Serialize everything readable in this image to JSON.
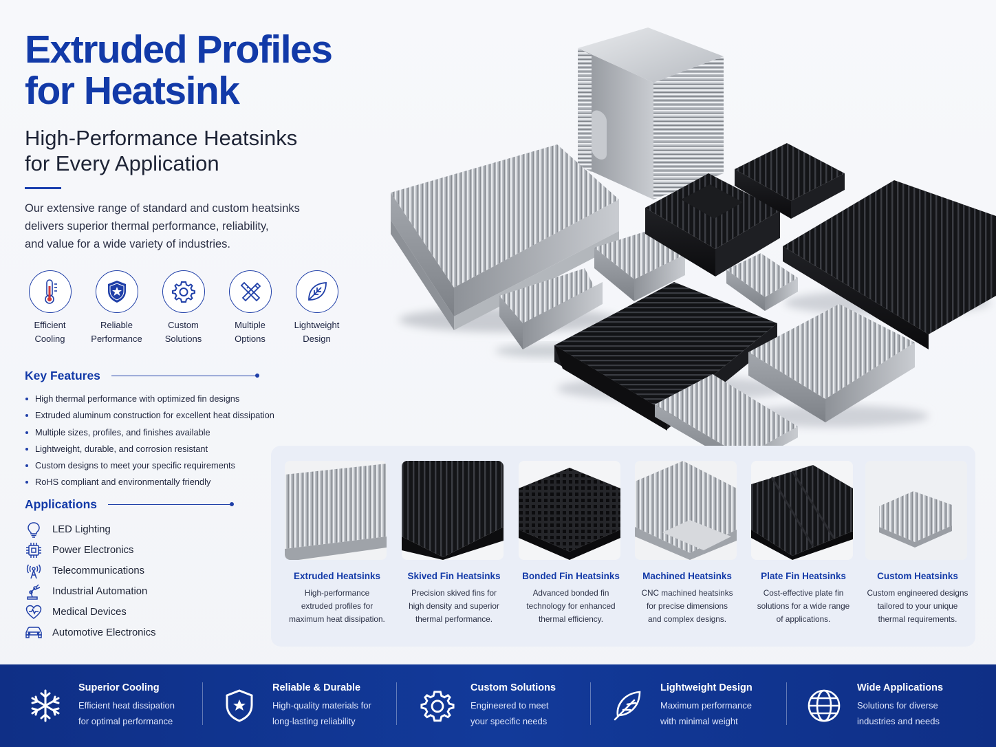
{
  "header": {
    "title_line1": "Extruded Profiles",
    "title_line2": "for Heatsink",
    "subtitle_line1": "High-Performance Heatsinks",
    "subtitle_line2": "for Every Application",
    "intro_line1": "Our extensive range of standard and custom heatsinks",
    "intro_line2": "delivers superior thermal performance, reliability,",
    "intro_line3": "and value for a wide variety of industries."
  },
  "badges": [
    {
      "icon": "thermometer-icon",
      "line1": "Efficient",
      "line2": "Cooling"
    },
    {
      "icon": "shield-star-icon",
      "line1": "Reliable",
      "line2": "Performance"
    },
    {
      "icon": "gear-icon",
      "line1": "Custom",
      "line2": "Solutions"
    },
    {
      "icon": "tools-icon",
      "line1": "Multiple",
      "line2": "Options"
    },
    {
      "icon": "leaf-icon",
      "line1": "Lightweight",
      "line2": "Design"
    }
  ],
  "key_features": {
    "heading": "Key Features",
    "items": [
      "High thermal performance with optimized fin designs",
      "Extruded aluminum construction for excellent heat dissipation",
      "Multiple sizes, profiles, and finishes available",
      "Lightweight, durable, and corrosion resistant",
      "Custom designs to meet your specific requirements",
      "RoHS compliant and environmentally friendly"
    ]
  },
  "applications": {
    "heading": "Applications",
    "items": [
      {
        "icon": "lightbulb-icon",
        "label": "LED Lighting"
      },
      {
        "icon": "chip-icon",
        "label": "Power Electronics"
      },
      {
        "icon": "antenna-icon",
        "label": "Telecommunications"
      },
      {
        "icon": "robot-arm-icon",
        "label": "Industrial Automation"
      },
      {
        "icon": "heart-pulse-icon",
        "label": "Medical Devices"
      },
      {
        "icon": "car-icon",
        "label": "Automotive Electronics"
      }
    ]
  },
  "products": [
    {
      "name": "Extruded Heatsinks",
      "desc1": "High-performance",
      "desc2": "extruded profiles for",
      "desc3": "maximum heat dissipation."
    },
    {
      "name": "Skived Fin Heatsinks",
      "desc1": "Precision skived fins for",
      "desc2": "high density and superior",
      "desc3": "thermal performance."
    },
    {
      "name": "Bonded Fin Heatsinks",
      "desc1": "Advanced bonded fin",
      "desc2": "technology for enhanced",
      "desc3": "thermal efficiency."
    },
    {
      "name": "Machined Heatsinks",
      "desc1": "CNC machined heatsinks",
      "desc2": "for precise dimensions",
      "desc3": "and complex designs."
    },
    {
      "name": "Plate Fin Heatsinks",
      "desc1": "Cost-effective plate fin",
      "desc2": "solutions for a wide range",
      "desc3": "of applications."
    },
    {
      "name": "Custom Heatsinks",
      "desc1": "Custom engineered designs",
      "desc2": "tailored to your unique",
      "desc3": "thermal requirements."
    }
  ],
  "footer": [
    {
      "icon": "snowflake-icon",
      "title": "Superior Cooling",
      "line1": "Efficient heat dissipation",
      "line2": "for optimal performance"
    },
    {
      "icon": "shield-star-icon",
      "title": "Reliable & Durable",
      "line1": "High-quality materials for",
      "line2": "long-lasting reliability"
    },
    {
      "icon": "gear-icon",
      "title": "Custom Solutions",
      "line1": "Engineered to meet",
      "line2": "your specific needs"
    },
    {
      "icon": "feather-icon",
      "title": "Lightweight Design",
      "line1": "Maximum performance",
      "line2": "with minimal weight"
    },
    {
      "icon": "globe-icon",
      "title": "Wide Applications",
      "line1": "Solutions for diverse",
      "line2": "industries and needs"
    }
  ],
  "colors": {
    "brand_blue": "#133aa8",
    "footer_blue": "#0f2f86",
    "aluminum": "#a9adb4",
    "anodized_black": "#17181b"
  }
}
